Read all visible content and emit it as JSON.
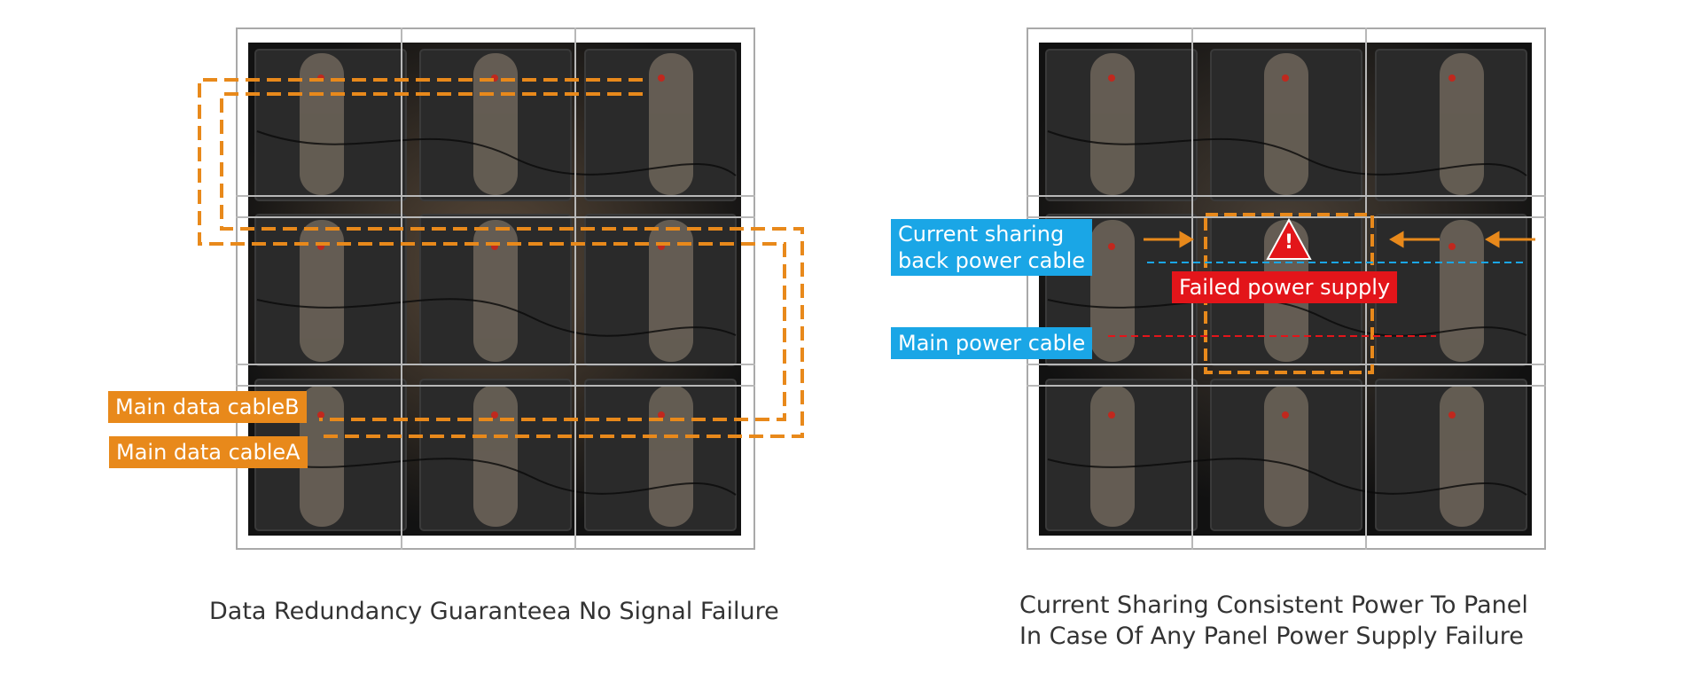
{
  "left": {
    "caption": "Data Redundancy Guaranteea No Signal Failure",
    "labels": {
      "cable_b": "Main data cableB",
      "cable_a": "Main data cableA"
    },
    "cable_color": "#e8891b"
  },
  "right": {
    "caption_line1": "Current Sharing Consistent Power To Panel",
    "caption_line2": "In Case Of Any Panel Power Supply Failure",
    "labels": {
      "backup_line1": "Current sharing",
      "backup_line2": "back power cable",
      "main_power": "Main power cable",
      "failed": "Failed power supply"
    },
    "warning_symbol": "!",
    "colors": {
      "backup": "#1aa6e6",
      "main_power": "#e3151a",
      "failed": "#e3151a",
      "arrows": "#e8891b"
    }
  }
}
